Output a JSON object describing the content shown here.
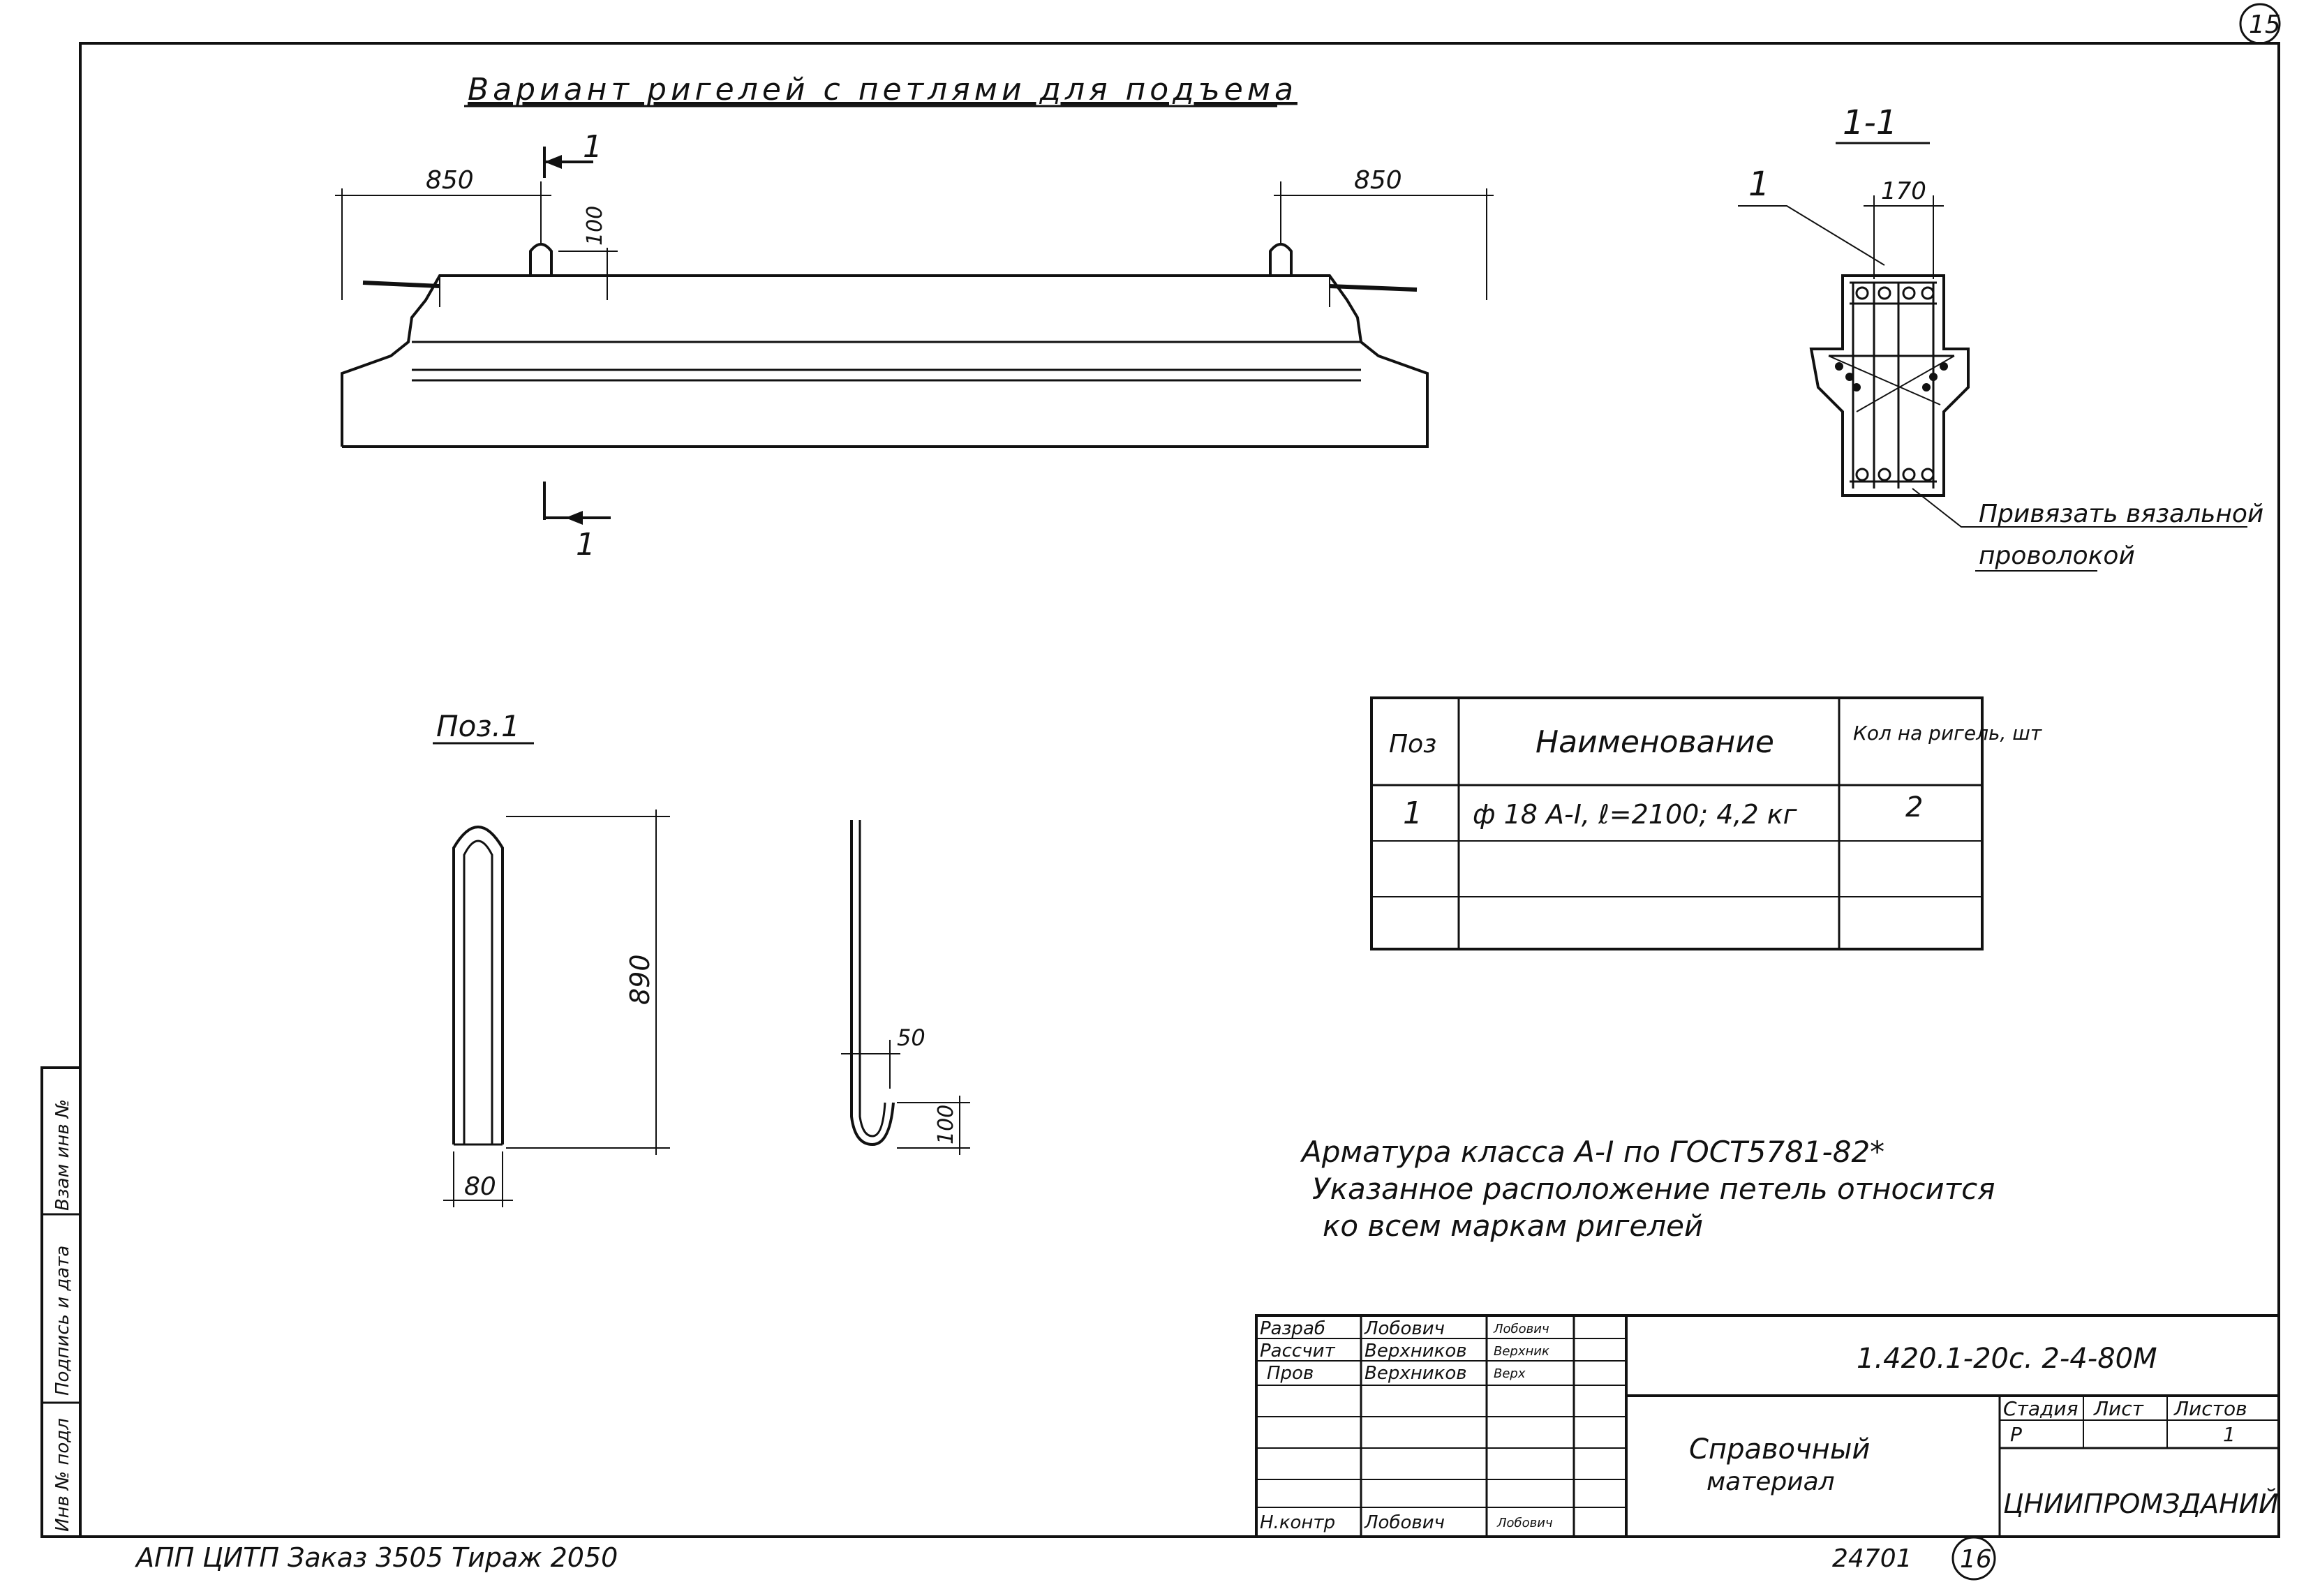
{
  "sheet_number_top": "15",
  "sheet_number_bottom": "16",
  "variant_title": "Вариант ригелей с петлями для подъема",
  "elevation": {
    "dim_left": "850",
    "dim_right": "850",
    "dim_loop_height": "100",
    "section_mark": "1"
  },
  "section": {
    "title": "1-1",
    "dim_width": "170",
    "callout": "1",
    "note_line1": "Привязать вязальной",
    "note_line2": "проволокой"
  },
  "position": {
    "title": "Поз.1",
    "dim_height": "890",
    "dim_width": "80",
    "dim_hook_width": "50",
    "dim_hook_height": "100"
  },
  "spec_table": {
    "headers": [
      "Поз",
      "Наименование",
      "Кол на ригель, шт"
    ],
    "rows": [
      [
        "1",
        "ф 18 А-I, ℓ=2100; 4,2 кг",
        "2"
      ],
      [
        "",
        "",
        ""
      ],
      [
        "",
        "",
        ""
      ]
    ]
  },
  "notes": [
    "Арматура класса А-I по ГОСТ5781-82*",
    "Указанное расположение петель относится",
    "ко всем маркам ригелей"
  ],
  "title_block": {
    "rows": [
      {
        "role": "Разраб",
        "name": "Лобович",
        "sign": "Лобович"
      },
      {
        "role": "Рассчит",
        "name": "Верхников",
        "sign": "Верхник"
      },
      {
        "role": "Пров",
        "name": "Верхников",
        "sign": "Верх"
      },
      {
        "role": "",
        "name": "",
        "sign": ""
      },
      {
        "role": "",
        "name": "",
        "sign": ""
      },
      {
        "role": "",
        "name": "",
        "sign": ""
      },
      {
        "role": "Н.контр",
        "name": "Лобович",
        "sign": "Лобович"
      }
    ],
    "code": "1.420.1-20с. 2-4-80М",
    "doc_name_line1": "Справочный",
    "doc_name_line2": "материал",
    "stage_header": "Стадия",
    "sheet_header": "Лист",
    "sheets_header": "Листов",
    "stage_value": "Р",
    "sheet_value": "",
    "sheets_value": "1",
    "organization": "ЦНИИПРОМЗДАНИЙ"
  },
  "side_stamp": [
    "Инв № подл",
    "Подпись и дата",
    "Взам инв №"
  ],
  "footer_left": "АПП ЦИТП  Заказ 3505  Тираж 2050",
  "footer_number": "24701"
}
